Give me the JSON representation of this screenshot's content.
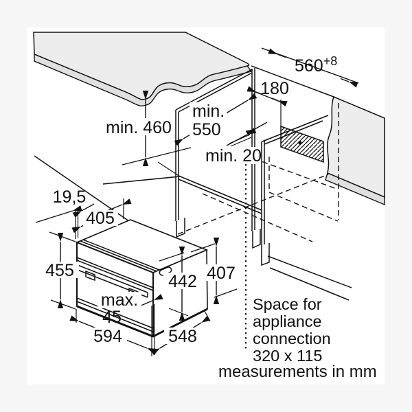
{
  "title": "Built-in oven niche installation diagram",
  "colors": {
    "background": "#f6f6f6",
    "canvas": "#ffffff",
    "line": "#111111",
    "surface_fill": "#ececec",
    "edge_fill": "#e0e0e0"
  },
  "dimensions": {
    "niche_width_value": "560",
    "niche_width_tolerance": "+8",
    "rear_top_clearance": "180",
    "niche_depth_label": "min.",
    "niche_depth_value": "550",
    "niche_height": "min. 460",
    "rear_gap": "min. 20",
    "front_frame_depth": "19,5",
    "body_depth": "405",
    "front_height": "455",
    "body_height": "442",
    "rear_height": "407",
    "handle_clearance_label": "max.",
    "handle_clearance_value": "45",
    "appliance_width": "594",
    "appliance_depth": "548"
  },
  "annotations": {
    "connection_note_line1": "Space for",
    "connection_note_line2": "appliance",
    "connection_note_line3": "connection",
    "connection_note_line4": "320 x 115",
    "footer": "measurements in mm"
  }
}
